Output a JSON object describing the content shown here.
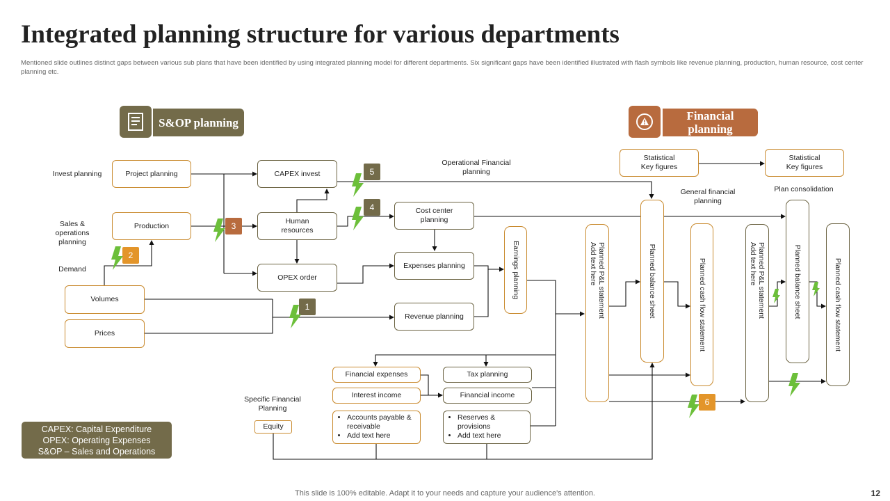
{
  "title": "Integrated planning structure for various departments",
  "subtitle": "Mentioned slide outlines distinct gaps between various sub plans that have been identified by using integrated planning model for different departments. Six significant gaps have been identified illustrated with flash symbols like revenue planning, production, human resource, cost center planning etc.",
  "headers": {
    "sop": "S&OP planning",
    "financial": "Financial planning"
  },
  "labels": {
    "invest_planning": "Invest planning",
    "sales_ops": "Sales & operations planning",
    "demand": "Demand",
    "operational": "Operational Financial planning",
    "general_financial": "General financial planning",
    "plan_consolidation": "Plan consolidation",
    "specific_financial": "Specific Financial Planning"
  },
  "boxes": {
    "project_planning": "Project planning",
    "production": "Production",
    "volumes": "Volumes",
    "prices": "Prices",
    "capex_invest": "CAPEX invest",
    "human_resources": "Human resources",
    "opex_order": "OPEX order",
    "cost_center": "Cost center planning",
    "expenses_planning": "Expenses planning",
    "revenue_planning": "Revenue planning",
    "stat_key_1": "Statistical Key figures",
    "stat_key_2": "Statistical Key figures",
    "financial_expenses": "Financial expenses",
    "interest_income": "Interest income",
    "tax_planning": "Tax planning",
    "financial_income": "Financial income",
    "equity": "Equity"
  },
  "vertical_boxes": {
    "earnings_planning": "Earnings planning",
    "pl_statement_1": "Planned  P&L  statement",
    "pl_statement_1_sub": "Add text here",
    "balance_sheet_1": "Planned  balance sheet",
    "cash_flow_1": "Planned  cash flow statement",
    "pl_statement_2": "Planned  P&L  statement",
    "pl_statement_2_sub": "Add text here",
    "balance_sheet_2": "Planned  balance sheet",
    "cash_flow_2": "Planned  cash flow statement"
  },
  "bullets": {
    "accounts": [
      "Accounts payable & receivable",
      "Add text here"
    ],
    "reserves": [
      "Reserves & provisions",
      "Add  text here"
    ]
  },
  "gaps": [
    "1",
    "2",
    "3",
    "4",
    "5",
    "6"
  ],
  "legend": [
    "CAPEX: Capital Expenditure",
    "OPEX: Operating Expenses",
    "S&OP – Sales and Operations"
  ],
  "footer": "This slide is 100% editable. Adapt it to your needs and capture your audience's attention.",
  "page_number": "12",
  "colors": {
    "olive": "#736b4a",
    "orange": "#b86b3e",
    "amber": "#e3952a",
    "box_border": "#c98a2e",
    "flash": "#6cbf3a"
  }
}
